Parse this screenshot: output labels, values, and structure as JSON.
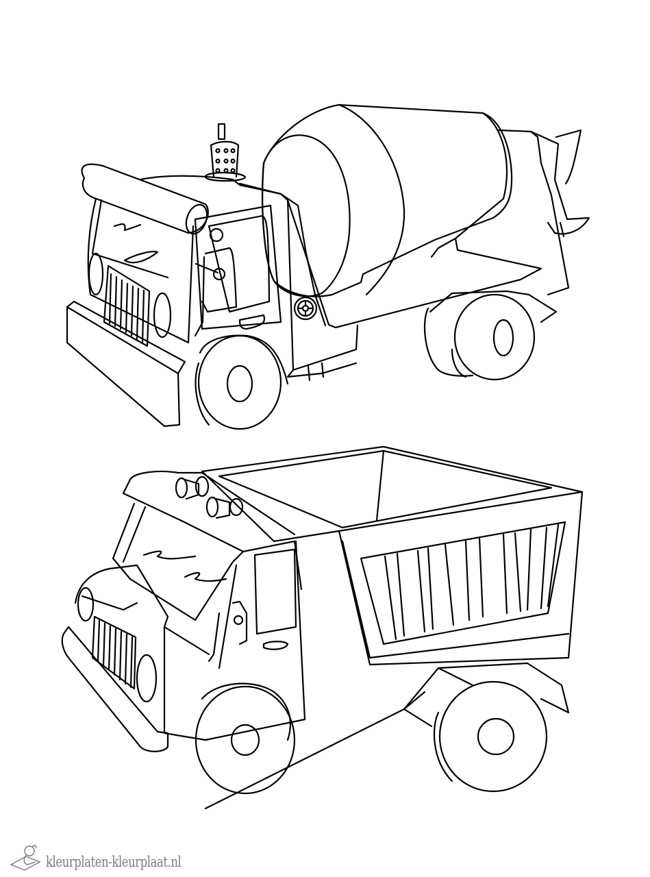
{
  "page": {
    "type": "coloring-page",
    "background_color": "#ffffff",
    "line_color": "#000000"
  },
  "illustrations": [
    {
      "name": "cement-mixer-truck",
      "position": "top"
    },
    {
      "name": "dump-truck",
      "position": "bottom"
    }
  ],
  "watermark": {
    "text": "kleurplaten-kleurplaat.nl",
    "icon": "child-drawing-icon",
    "color": "#7a7a7a"
  }
}
